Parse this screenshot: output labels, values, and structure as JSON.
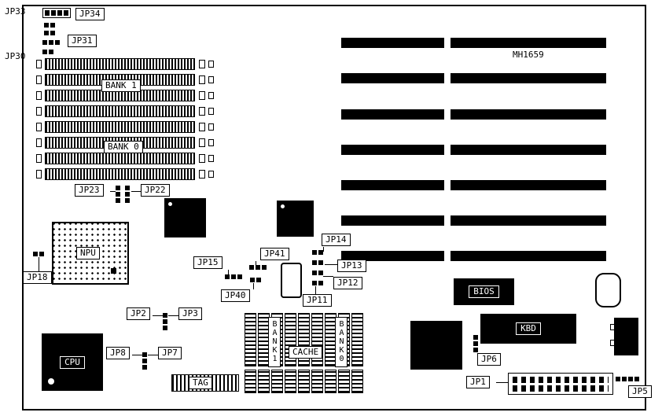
{
  "diagram": {
    "part_number": "MH1659",
    "labels": {
      "jp33": "JP33",
      "jp34": "JP34",
      "jp31": "JP31",
      "jp30": "JP30",
      "simm_bank1": "BANK 1",
      "simm_bank0": "BANK 0",
      "jp23": "JP23",
      "jp22": "JP22",
      "npu": "NPU",
      "jp18": "JP18",
      "jp15": "JP15",
      "jp41": "JP41",
      "jp40": "JP40",
      "jp14": "JP14",
      "jp13": "JP13",
      "jp12": "JP12",
      "jp11": "JP11",
      "bios": "BIOS",
      "kbd": "KBD",
      "jp2": "JP2",
      "jp3": "JP3",
      "jp8": "JP8",
      "jp7": "JP7",
      "cpu": "CPU",
      "cache_bank1": "BANK1",
      "cache": "CACHE",
      "cache_bank0": "BANK0",
      "tag": "TAG",
      "jp6": "JP6",
      "jp1": "JP1",
      "jp5": "JP5"
    },
    "colors": {
      "ink": "#000000",
      "paper": "#ffffff"
    }
  }
}
